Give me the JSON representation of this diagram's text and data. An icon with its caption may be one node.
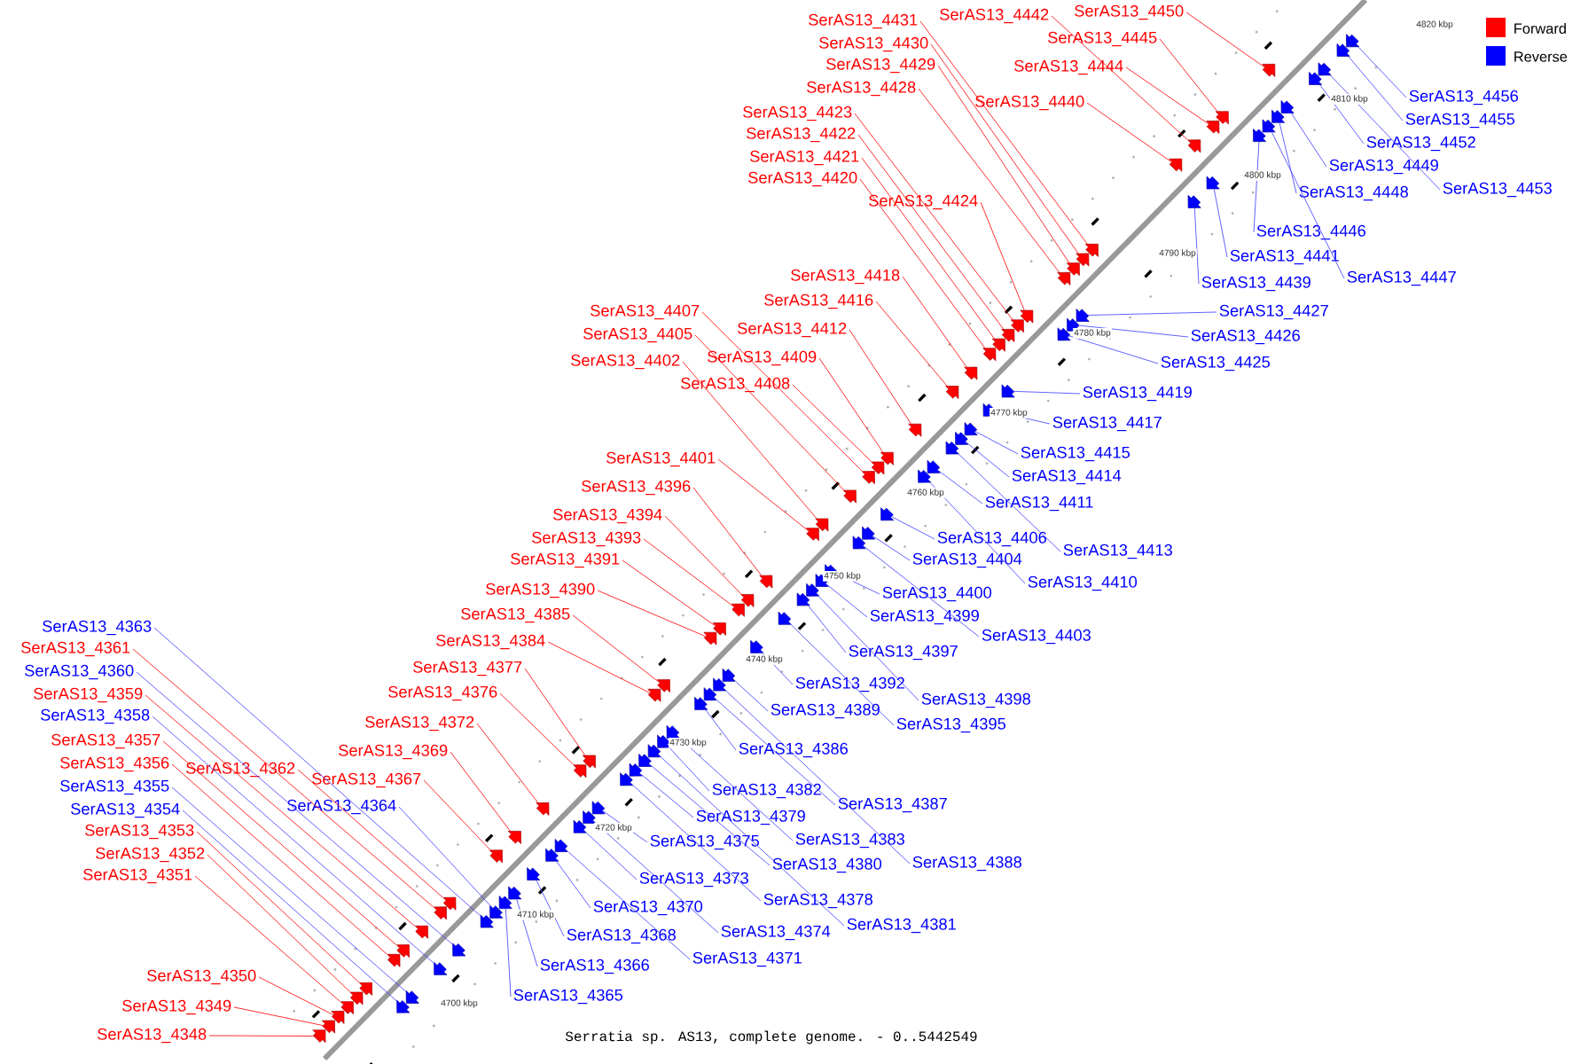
{
  "diagram": {
    "caption": "Serratia sp. AS13, complete genome. - 0..5442549",
    "nodes": [
      {
        "text": [
          "SerAS13_4348"
        ]
      },
      {
        "text": [
          "SerAS13_4349"
        ]
      },
      {
        "text": [
          "SerAS13_4350"
        ]
      },
      {
        "text": [
          "SerAS13_4351"
        ]
      },
      {
        "text": [
          "SerAS13_4352"
        ]
      },
      {
        "text": [
          "SerAS13_4353"
        ]
      },
      {
        "text": [
          "SerAS13_4354"
        ]
      },
      {
        "text": [
          "SerAS13_4355"
        ]
      },
      {
        "text": [
          "SerAS13_4356"
        ]
      },
      {
        "text": [
          "SerAS13_4357"
        ]
      },
      {
        "text": [
          "SerAS13_4358"
        ]
      },
      {
        "text": [
          "SerAS13_4359"
        ]
      },
      {
        "text": [
          "SerAS13_4360"
        ]
      },
      {
        "text": [
          "SerAS13_4361"
        ]
      },
      {
        "text": [
          "SerAS13_4362"
        ]
      },
      {
        "text": [
          "SerAS13_4363"
        ]
      },
      {
        "text": [
          "SerAS13_4364"
        ]
      },
      {
        "text": [
          "SerAS13_4365"
        ]
      },
      {
        "text": [
          "SerAS13_4366"
        ]
      },
      {
        "text": [
          "SerAS13_4367"
        ]
      },
      {
        "text": [
          "SerAS13_4368"
        ]
      },
      {
        "text": [
          "SerAS13_4369"
        ]
      },
      {
        "text": [
          "SerAS13_4370"
        ]
      },
      {
        "text": [
          "SerAS13_4371"
        ]
      },
      {
        "text": [
          "SerAS13_4372"
        ]
      },
      {
        "text": [
          "SerAS13_4373"
        ]
      },
      {
        "text": [
          "SerAS13_4374"
        ]
      },
      {
        "text": [
          "SerAS13_4375"
        ]
      },
      {
        "text": [
          "SerAS13_4376"
        ]
      },
      {
        "text": [
          "SerAS13_4377"
        ]
      },
      {
        "text": [
          "SerAS13_4378"
        ]
      },
      {
        "text": [
          "SerAS13_4379"
        ]
      },
      {
        "text": [
          "SerAS13_4380"
        ]
      },
      {
        "text": [
          "SerAS13_4381"
        ]
      },
      {
        "text": [
          "SerAS13_4382"
        ]
      },
      {
        "text": [
          "SerAS13_4383"
        ]
      },
      {
        "text": [
          "SerAS13_4384"
        ]
      },
      {
        "text": [
          "SerAS13_4385"
        ]
      },
      {
        "text": [
          "SerAS13_4386"
        ]
      },
      {
        "text": [
          "SerAS13_4387"
        ]
      },
      {
        "text": [
          "SerAS13_4388"
        ]
      },
      {
        "text": [
          "SerAS13_4389"
        ]
      },
      {
        "text": [
          "SerAS13_4390"
        ]
      },
      {
        "text": [
          "SerAS13_4391"
        ]
      },
      {
        "text": [
          "SerAS13_4392"
        ]
      },
      {
        "text": [
          "SerAS13_4393"
        ]
      },
      {
        "text": [
          "SerAS13_4394"
        ]
      },
      {
        "text": [
          "SerAS13_4395"
        ]
      },
      {
        "text": [
          "SerAS13_4396"
        ]
      },
      {
        "text": [
          "SerAS13_4397"
        ]
      },
      {
        "text": [
          "SerAS13_4398"
        ]
      },
      {
        "text": [
          "SerAS13_4399"
        ]
      },
      {
        "text": [
          "SerAS13_4400"
        ]
      },
      {
        "text": [
          "SerAS13_4401"
        ]
      },
      {
        "text": [
          "SerAS13_4402"
        ]
      },
      {
        "text": [
          "SerAS13_4403"
        ]
      },
      {
        "text": [
          "SerAS13_4404"
        ]
      },
      {
        "text": [
          "SerAS13_4405"
        ]
      },
      {
        "text": [
          "SerAS13_4406"
        ]
      },
      {
        "text": [
          "SerAS13_4407"
        ]
      },
      {
        "text": [
          "SerAS13_4408"
        ]
      },
      {
        "text": [
          "SerAS13_4409"
        ]
      },
      {
        "text": [
          "SerAS13_4410"
        ]
      },
      {
        "text": [
          "SerAS13_4411"
        ]
      },
      {
        "text": [
          "SerAS13_4412"
        ]
      },
      {
        "text": [
          "SerAS13_4413"
        ]
      },
      {
        "text": [
          "SerAS13_4414"
        ]
      },
      {
        "text": [
          "SerAS13_4415"
        ]
      },
      {
        "text": [
          "SerAS13_4416"
        ]
      },
      {
        "text": [
          "SerAS13_4417"
        ]
      },
      {
        "text": [
          "SerAS13_4418"
        ]
      },
      {
        "text": [
          "SerAS13_4419"
        ]
      },
      {
        "text": [
          "SerAS13_4420"
        ]
      },
      {
        "text": [
          "SerAS13_4421"
        ]
      },
      {
        "text": [
          "SerAS13_4422"
        ]
      },
      {
        "text": [
          "SerAS13_4423"
        ]
      },
      {
        "text": [
          "SerAS13_4424"
        ]
      },
      {
        "text": [
          "SerAS13_4425"
        ]
      },
      {
        "text": [
          "SerAS13_4426"
        ]
      },
      {
        "text": [
          "SerAS13_4427"
        ]
      },
      {
        "text": [
          "SerAS13_4428"
        ]
      },
      {
        "text": [
          "SerAS13_4429"
        ]
      },
      {
        "text": [
          "SerAS13_4430"
        ]
      },
      {
        "text": [
          "SerAS13_4431"
        ]
      },
      {
        "text": [
          "SerAS13_4439"
        ]
      },
      {
        "text": [
          "SerAS13_4440"
        ]
      },
      {
        "text": [
          "SerAS13_4441"
        ]
      },
      {
        "text": [
          "SerAS13_4442"
        ]
      },
      {
        "text": [
          "SerAS13_4444"
        ]
      },
      {
        "text": [
          "SerAS13_4445"
        ]
      },
      {
        "text": [
          "SerAS13_4446"
        ]
      },
      {
        "text": [
          "SerAS13_4447"
        ]
      },
      {
        "text": [
          "SerAS13_4448"
        ]
      },
      {
        "text": [
          "SerAS13_4449"
        ]
      },
      {
        "text": [
          "SerAS13_4450"
        ]
      },
      {
        "text": [
          "SerAS13_4452"
        ]
      },
      {
        "text": [
          "SerAS13_4453"
        ]
      },
      {
        "text": [
          "SerAS13_4455"
        ]
      },
      {
        "text": [
          "SerAS13_4456"
        ]
      },
      {
        "text": [],
        "shape": "arrow"
      },
      {
        "text": [],
        "shape": "arrow"
      },
      {
        "text": [],
        "shape": "arrow"
      },
      {
        "text": [],
        "shape": "arrow"
      },
      {
        "text": [],
        "shape": "arrow"
      },
      {
        "text": [],
        "shape": "arrow"
      },
      {
        "text": [],
        "shape": "arrow"
      },
      {
        "text": [],
        "shape": "arrow"
      },
      {
        "text": [],
        "shape": "arrow"
      },
      {
        "text": [],
        "shape": "arrow"
      },
      {
        "text": [],
        "shape": "arrow"
      },
      {
        "text": [],
        "shape": "arrow"
      },
      {
        "text": [],
        "shape": "arrow"
      },
      {
        "text": [],
        "shape": "arrow"
      },
      {
        "text": [],
        "shape": "arrow"
      },
      {
        "text": [],
        "shape": "arrow"
      },
      {
        "text": [],
        "shape": "arrow"
      },
      {
        "text": [],
        "shape": "arrow"
      },
      {
        "text": [],
        "shape": "arrow"
      },
      {
        "text": [],
        "shape": "arrow"
      },
      {
        "text": [],
        "shape": "arrow"
      },
      {
        "text": [],
        "shape": "arrow"
      },
      {
        "text": [],
        "shape": "arrow"
      },
      {
        "text": [],
        "shape": "arrow"
      },
      {
        "text": [],
        "shape": "arrow"
      },
      {
        "text": [],
        "shape": "arrow"
      },
      {
        "text": [],
        "shape": "arrow"
      },
      {
        "text": [],
        "shape": "arrow"
      },
      {
        "text": [],
        "shape": "arrow"
      },
      {
        "text": [],
        "shape": "arrow"
      },
      {
        "text": [],
        "shape": "arrow"
      },
      {
        "text": [],
        "shape": "arrow"
      },
      {
        "text": [],
        "shape": "arrow"
      },
      {
        "text": [],
        "shape": "arrow"
      },
      {
        "text": [],
        "shape": "arrow"
      },
      {
        "text": [],
        "shape": "arrow"
      },
      {
        "text": [],
        "shape": "arrow"
      },
      {
        "text": [],
        "shape": "arrow"
      },
      {
        "text": [],
        "shape": "arrow"
      },
      {
        "text": [],
        "shape": "arrow"
      },
      {
        "text": [],
        "shape": "arrow"
      },
      {
        "text": [],
        "shape": "arrow"
      },
      {
        "text": [],
        "shape": "arrow"
      },
      {
        "text": [],
        "shape": "arrow"
      },
      {
        "text": [],
        "shape": "arrow"
      },
      {
        "text": [],
        "shape": "arrow"
      },
      {
        "text": [],
        "shape": "arrow"
      },
      {
        "text": [],
        "shape": "arrow"
      },
      {
        "text": [],
        "shape": "arrow"
      },
      {
        "text": [],
        "shape": "arrow"
      },
      {
        "text": [],
        "shape": "arrow"
      },
      {
        "text": [],
        "shape": "arrow"
      },
      {
        "text": [],
        "shape": "arrow"
      },
      {
        "text": [],
        "shape": "arrow"
      },
      {
        "text": [],
        "shape": "arrow"
      },
      {
        "text": [],
        "shape": "arrow"
      },
      {
        "text": [],
        "shape": "arrow"
      },
      {
        "text": [],
        "shape": "arrow"
      },
      {
        "text": [],
        "shape": "arrow"
      },
      {
        "text": [],
        "shape": "arrow"
      },
      {
        "text": [],
        "shape": "arrow"
      },
      {
        "text": [],
        "shape": "arrow"
      },
      {
        "text": [],
        "shape": "arrow"
      },
      {
        "text": [],
        "shape": "arrow"
      },
      {
        "text": [],
        "shape": "arrow"
      },
      {
        "text": [],
        "shape": "arrow"
      },
      {
        "text": [],
        "shape": "arrow"
      },
      {
        "text": [],
        "shape": "arrow"
      },
      {
        "text": [],
        "shape": "arrow"
      },
      {
        "text": [],
        "shape": "arrow"
      },
      {
        "text": [],
        "shape": "arrow"
      },
      {
        "text": [],
        "shape": "arrow"
      },
      {
        "text": [],
        "shape": "arrow"
      },
      {
        "text": [],
        "shape": "arrow"
      },
      {
        "text": [],
        "shape": "arrow"
      },
      {
        "text": [],
        "shape": "arrow"
      },
      {
        "text": [],
        "shape": "arrow"
      },
      {
        "text": [],
        "shape": "arrow"
      },
      {
        "text": [],
        "shape": "arrow"
      },
      {
        "text": [],
        "shape": "arrow"
      },
      {
        "text": [],
        "shape": "arrow"
      },
      {
        "text": [],
        "shape": "arrow"
      },
      {
        "text": [],
        "shape": "arrow"
      },
      {
        "text": [],
        "shape": "arrow"
      },
      {
        "text": [],
        "shape": "arrow"
      },
      {
        "text": [],
        "shape": "arrow"
      },
      {
        "text": [],
        "shape": "arrow"
      },
      {
        "text": [],
        "shape": "arrow"
      },
      {
        "text": [],
        "shape": "arrow"
      },
      {
        "text": [],
        "shape": "arrow"
      },
      {
        "text": [],
        "shape": "arrow"
      },
      {
        "text": [],
        "shape": "arrow"
      },
      {
        "text": [],
        "shape": "arrow"
      },
      {
        "text": [],
        "shape": "arrow"
      },
      {
        "text": [],
        "shape": "arrow"
      },
      {
        "text": [],
        "shape": "arrow"
      },
      {
        "text": [],
        "shape": "arrow"
      },
      {
        "text": [],
        "shape": "arrow"
      },
      {
        "text": [],
        "shape": "arrow"
      }
    ],
    "edges": [
      {
        "from": 0,
        "to": 99,
        "arrow": "none",
        "color": "#ff0000"
      },
      {
        "from": 1,
        "to": 100,
        "arrow": "none",
        "color": "#ff0000"
      },
      {
        "from": 2,
        "to": 101,
        "arrow": "none",
        "color": "#ff0000"
      },
      {
        "from": 3,
        "to": 102,
        "arrow": "none",
        "color": "#ff0000"
      },
      {
        "from": 4,
        "to": 103,
        "arrow": "none",
        "color": "#ff0000"
      },
      {
        "from": 5,
        "to": 104,
        "arrow": "none",
        "color": "#ff0000"
      },
      {
        "from": 6,
        "to": 105,
        "arrow": "none"
      },
      {
        "from": 7,
        "to": 106,
        "arrow": "none"
      },
      {
        "from": 8,
        "to": 107,
        "arrow": "none",
        "color": "#ff0000"
      },
      {
        "from": 9,
        "to": 108,
        "arrow": "none",
        "color": "#ff0000"
      },
      {
        "from": 10,
        "to": 109,
        "arrow": "none"
      },
      {
        "from": 11,
        "to": 110,
        "arrow": "none",
        "color": "#ff0000"
      },
      {
        "from": 12,
        "to": 111,
        "arrow": "none"
      },
      {
        "from": 13,
        "to": 112,
        "arrow": "none",
        "color": "#ff0000"
      },
      {
        "from": 14,
        "to": 113,
        "arrow": "none",
        "color": "#ff0000"
      },
      {
        "from": 15,
        "to": 114,
        "arrow": "none"
      },
      {
        "from": 16,
        "to": 115,
        "arrow": "none"
      },
      {
        "from": 17,
        "to": 116,
        "arrow": "none"
      },
      {
        "from": 18,
        "to": 117,
        "arrow": "none"
      },
      {
        "from": 19,
        "to": 118,
        "arrow": "none",
        "color": "#ff0000"
      },
      {
        "from": 20,
        "to": 119,
        "arrow": "none"
      },
      {
        "from": 21,
        "to": 120,
        "arrow": "none",
        "color": "#ff0000"
      },
      {
        "from": 22,
        "to": 121,
        "arrow": "none"
      },
      {
        "from": 23,
        "to": 122,
        "arrow": "none"
      },
      {
        "from": 24,
        "to": 123,
        "arrow": "none",
        "color": "#ff0000"
      },
      {
        "from": 25,
        "to": 124,
        "arrow": "none"
      },
      {
        "from": 26,
        "to": 125,
        "arrow": "none"
      },
      {
        "from": 27,
        "to": 126,
        "arrow": "none"
      },
      {
        "from": 28,
        "to": 127,
        "arrow": "none",
        "color": "#ff0000"
      },
      {
        "from": 29,
        "to": 128,
        "arrow": "none",
        "color": "#ff0000"
      },
      {
        "from": 30,
        "to": 129,
        "arrow": "none"
      },
      {
        "from": 31,
        "to": 130,
        "arrow": "none"
      },
      {
        "from": 32,
        "to": 131,
        "arrow": "none"
      },
      {
        "from": 33,
        "to": 132,
        "arrow": "none"
      },
      {
        "from": 34,
        "to": 133,
        "arrow": "none"
      },
      {
        "from": 35,
        "to": 134,
        "arrow": "none"
      },
      {
        "from": 36,
        "to": 135,
        "arrow": "none",
        "color": "#ff0000"
      },
      {
        "from": 37,
        "to": 136,
        "arrow": "none",
        "color": "#ff0000"
      },
      {
        "from": 38,
        "to": 137,
        "arrow": "none"
      },
      {
        "from": 39,
        "to": 138,
        "arrow": "none"
      },
      {
        "from": 40,
        "to": 139,
        "arrow": "none"
      },
      {
        "from": 41,
        "to": 140,
        "arrow": "none"
      },
      {
        "from": 42,
        "to": 141,
        "arrow": "none",
        "color": "#ff0000"
      },
      {
        "from": 43,
        "to": 142,
        "arrow": "none",
        "color": "#ff0000"
      },
      {
        "from": 44,
        "to": 143,
        "arrow": "none"
      },
      {
        "from": 45,
        "to": 144,
        "arrow": "none",
        "color": "#ff0000"
      },
      {
        "from": 46,
        "to": 145,
        "arrow": "none",
        "color": "#ff0000"
      },
      {
        "from": 47,
        "to": 146,
        "arrow": "none"
      },
      {
        "from": 48,
        "to": 147,
        "arrow": "none",
        "color": "#ff0000"
      },
      {
        "from": 49,
        "to": 148,
        "arrow": "none"
      },
      {
        "from": 50,
        "to": 149,
        "arrow": "none"
      },
      {
        "from": 51,
        "to": 150,
        "arrow": "none"
      },
      {
        "from": 52,
        "to": 151,
        "arrow": "none"
      },
      {
        "from": 53,
        "to": 152,
        "arrow": "none",
        "color": "#ff0000"
      },
      {
        "from": 54,
        "to": 153,
        "arrow": "none",
        "color": "#ff0000"
      },
      {
        "from": 55,
        "to": 154,
        "arrow": "none"
      },
      {
        "from": 56,
        "to": 155,
        "arrow": "none"
      },
      {
        "from": 57,
        "to": 156,
        "arrow": "none",
        "color": "#ff0000"
      },
      {
        "from": 58,
        "to": 157,
        "arrow": "none"
      },
      {
        "from": 59,
        "to": 158,
        "arrow": "none",
        "color": "#ff0000"
      },
      {
        "from": 60,
        "to": 159,
        "arrow": "none",
        "color": "#ff0000"
      },
      {
        "from": 61,
        "to": 160,
        "arrow": "none",
        "color": "#ff0000"
      },
      {
        "from": 62,
        "to": 161,
        "arrow": "none"
      },
      {
        "from": 63,
        "to": 162,
        "arrow": "none"
      },
      {
        "from": 64,
        "to": 163,
        "arrow": "none",
        "color": "#ff0000"
      },
      {
        "from": 65,
        "to": 164,
        "arrow": "none"
      },
      {
        "from": 66,
        "to": 165,
        "arrow": "none"
      },
      {
        "from": 67,
        "to": 166,
        "arrow": "none"
      },
      {
        "from": 68,
        "to": 167,
        "arrow": "none",
        "color": "#ff0000"
      },
      {
        "from": 69,
        "to": 168,
        "arrow": "none"
      },
      {
        "from": 70,
        "to": 169,
        "arrow": "none",
        "color": "#ff0000"
      },
      {
        "from": 71,
        "to": 170,
        "arrow": "none"
      },
      {
        "from": 72,
        "to": 171,
        "arrow": "none",
        "color": "#ff0000"
      },
      {
        "from": 73,
        "to": 172,
        "arrow": "none",
        "color": "#ff0000"
      },
      {
        "from": 74,
        "to": 173,
        "arrow": "none",
        "color": "#ff0000"
      },
      {
        "from": 75,
        "to": 174,
        "arrow": "none",
        "color": "#ff0000"
      },
      {
        "from": 76,
        "to": 175,
        "arrow": "none",
        "color": "#ff0000"
      },
      {
        "from": 77,
        "to": 176,
        "arrow": "none"
      },
      {
        "from": 78,
        "to": 177,
        "arrow": "none"
      },
      {
        "from": 79,
        "to": 178,
        "arrow": "none"
      },
      {
        "from": 80,
        "to": 179,
        "arrow": "none",
        "color": "#ff0000"
      },
      {
        "from": 81,
        "to": 180,
        "arrow": "none",
        "color": "#ff0000"
      },
      {
        "from": 82,
        "to": 181,
        "arrow": "none",
        "color": "#ff0000"
      },
      {
        "from": 83,
        "to": 182,
        "arrow": "none",
        "color": "#ff0000"
      },
      {
        "from": 84,
        "to": 183,
        "arrow": "none"
      },
      {
        "from": 85,
        "to": 184,
        "arrow": "none",
        "color": "#ff0000"
      },
      {
        "from": 86,
        "to": 185,
        "arrow": "none"
      },
      {
        "from": 87,
        "to": 186,
        "arrow": "none",
        "color": "#ff0000"
      },
      {
        "from": 88,
        "to": 187,
        "arrow": "none",
        "color": "#ff0000"
      },
      {
        "from": 89,
        "to": 188,
        "arrow": "none",
        "color": "#ff0000"
      },
      {
        "from": 90,
        "to": 189,
        "arrow": "none"
      },
      {
        "from": 91,
        "to": 190,
        "arrow": "none"
      },
      {
        "from": 92,
        "to": 191,
        "arrow": "none"
      },
      {
        "from": 93,
        "to": 192,
        "arrow": "none"
      },
      {
        "from": 94,
        "to": 193,
        "arrow": "none",
        "color": "#ff0000"
      },
      {
        "from": 95,
        "to": 194,
        "arrow": "none"
      },
      {
        "from": 96,
        "to": 195,
        "arrow": "none"
      },
      {
        "from": 97,
        "to": 196,
        "arrow": "none"
      },
      {
        "from": 98,
        "to": 197,
        "arrow": "none"
      }
    ],
    "labels": [
      "4700 kbp",
      "4710 kbp",
      "4720 kbp",
      "4730 kbp",
      "4740 kbp",
      "4750 kbp",
      "4760 kbp",
      "4770 kbp",
      "4780 kbp",
      "4790 kbp",
      "4800 kbp",
      "4810 kbp",
      "4820 kbp"
    ],
    "legend": [
      {
        "text": "Forward",
        "color": "#ff0000"
      },
      {
        "text": "Reverse",
        "color": "#0000ff"
      }
    ]
  }
}
